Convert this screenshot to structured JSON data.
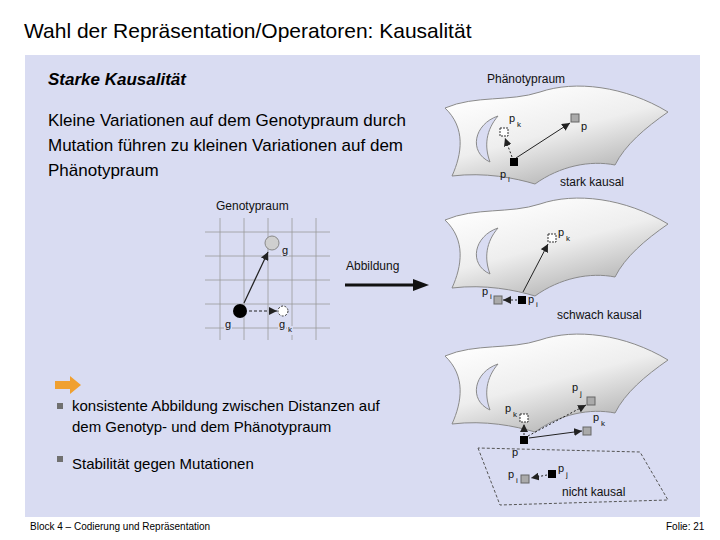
{
  "diagram": {
    "title": "Wahl der Repräsentation/Operatoren: Kausalität",
    "nodes": [
      {
        "text": [
          "Starke Kausalität",
          "Kleine Variationen auf dem Genotypraum durch Mutation führen zu kleinen Variationen auf dem Phänotypraum",
          "konsistente Abbildung zwischen Distanzen auf dem Genotyp- und dem Phänotypraum",
          "Stabilität gegen Mutationen"
        ]
      }
    ],
    "labels": [
      "Phänotypraum",
      "Genotypraum",
      "g",
      "g",
      "g",
      "k",
      "Abbildung",
      "stark kausal",
      "schwach kausal",
      "nicht kausal",
      "p",
      "k",
      "p",
      "p",
      "i",
      "p",
      "k",
      "p",
      "i",
      "p",
      "i",
      "p",
      "j",
      "p",
      "k",
      "p",
      "k",
      "p",
      "p",
      "j",
      "p",
      "i",
      "Block 4 – Codierung und Repräsentation",
      "Folie: 21"
    ]
  }
}
